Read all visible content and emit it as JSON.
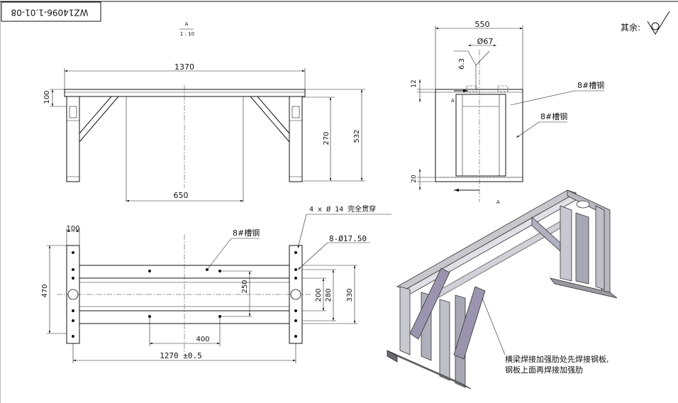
{
  "title_block": {
    "code": "WZ14096-1.01-08"
  },
  "section_label": {
    "letter": "A",
    "scale": "1 : 10"
  },
  "surface_note": {
    "label": "其余:"
  },
  "front_view": {
    "width_total": "1370",
    "inner_span": "650",
    "top_height": "100",
    "mid_height": "270",
    "total_height": "532"
  },
  "side_view": {
    "width": "550",
    "hole_dia": "Ø67",
    "roughness": "6.3",
    "top_thk": "12",
    "bottom_thk": "20",
    "callout_1": "8#槽钢",
    "callout_2": "8#槽钢",
    "section_mark_top": "A",
    "section_mark_bottom": "A"
  },
  "top_view": {
    "dim_left": "100",
    "dim_height": "470",
    "dim_length": "1270 ±0.5",
    "dim_spacing": "400",
    "dim_250": "250",
    "dim_200": "200",
    "dim_280": "280",
    "dim_330": "330",
    "callout_holes": "4 x Ø 14 完全贯穿",
    "callout_channel": "8#槽钢",
    "callout_bolts": "8-Ø17.50"
  },
  "iso_view": {
    "note_line1": "横梁焊接加强肋处先焊接钢板,",
    "note_line2": "钢板上面再焊接加强肋"
  }
}
